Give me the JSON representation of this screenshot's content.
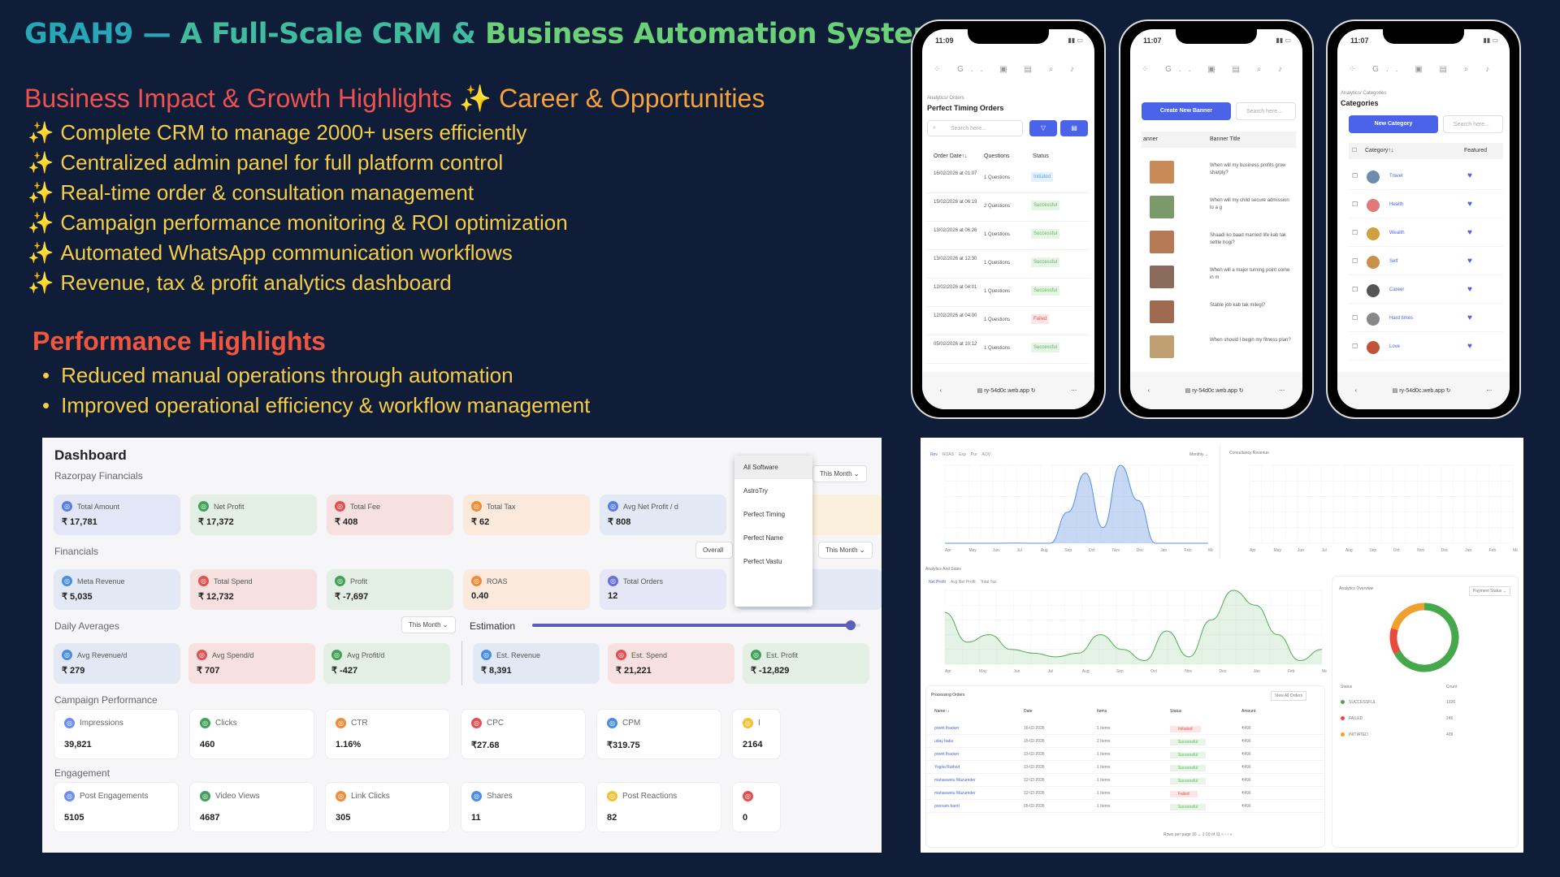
{
  "header": {
    "title_a": "GRAH9",
    "title_dash": " — ",
    "title_b": "A Full-Scale CRM",
    "title_amp": " & ",
    "title_c": "Business Automation System"
  },
  "impact": {
    "heading_a": "Business Impact & Growth Highlights",
    "sparkle": "✨",
    "heading_b": "Career & Opportunities",
    "items": [
      "Complete CRM to manage 2000+ users efficiently",
      "Centralized admin panel for full platform control",
      "Real-time order & consultation management",
      "Campaign performance monitoring & ROI optimization",
      "Automated WhatsApp communication workflows",
      "Revenue, tax & profit analytics dashboard"
    ]
  },
  "performance": {
    "heading": "Performance Highlights",
    "items": [
      "Reduced manual operations through automation",
      "Improved operational efficiency & workflow management"
    ]
  },
  "dashboard": {
    "title": "Dashboard",
    "razorpay_label": "Razorpay Financials",
    "financials_label": "Financials",
    "daily_label": "Daily Averages",
    "campaign_label": "Campaign Performance",
    "engagement_label": "Engagement",
    "estimation_label": "Estimation",
    "estimation_level": 0.97,
    "this_month": "This Month",
    "overall": "Overall",
    "dropdown": [
      "All Software",
      "AstroTry",
      "Perfect Timing",
      "Perfect Name",
      "Perfect Vastu"
    ],
    "razorpay": [
      {
        "label": "Total Amount",
        "value": "₹ 17,781",
        "bg": "#e3e6f6",
        "ic": "#5b7ee5"
      },
      {
        "label": "Net Profit",
        "value": "₹ 17,372",
        "bg": "#e3efe4",
        "ic": "#42a05a"
      },
      {
        "label": "Total Fee",
        "value": "₹ 408",
        "bg": "#f7e0e0",
        "ic": "#e05252"
      },
      {
        "label": "Total Tax",
        "value": "₹ 62",
        "bg": "#fbeadb",
        "ic": "#ef8c3a"
      },
      {
        "label": "Avg Net Profit / d",
        "value": "₹ 808",
        "bg": "#e2e9f5",
        "ic": "#5b7ee5"
      }
    ],
    "financials": [
      {
        "label": "Meta Revenue",
        "value": "₹ 5,035",
        "bg": "#e2e9f5",
        "ic": "#4b8ee0"
      },
      {
        "label": "Total Spend",
        "value": "₹ 12,732",
        "bg": "#f7e0e0",
        "ic": "#e05252"
      },
      {
        "label": "Profit",
        "value": "₹ -7,697",
        "bg": "#e3efe4",
        "ic": "#42a05a"
      },
      {
        "label": "ROAS",
        "value": "0.40",
        "bg": "#fbeadb",
        "ic": "#ef8c3a"
      },
      {
        "label": "Total Orders",
        "value": "12",
        "bg": "#e5e6f6",
        "ic": "#6b6fdb"
      }
    ],
    "daily": [
      {
        "label": "Avg Revenue/d",
        "value": "₹ 279",
        "bg": "#e2e9f5",
        "ic": "#4b8ee0"
      },
      {
        "label": "Avg Spend/d",
        "value": "₹ 707",
        "bg": "#f7e0e0",
        "ic": "#e05252"
      },
      {
        "label": "Avg Profit/d",
        "value": "₹ -427",
        "bg": "#e3efe4",
        "ic": "#42a05a"
      }
    ],
    "estimation": [
      {
        "label": "Est. Revenue",
        "value": "₹ 8,391",
        "bg": "#e2e9f5",
        "ic": "#4b8ee0"
      },
      {
        "label": "Est. Spend",
        "value": "₹ 21,221",
        "bg": "#f7e0e0",
        "ic": "#e05252"
      },
      {
        "label": "Est. Profit",
        "value": "₹ -12,829",
        "bg": "#e3efe4",
        "ic": "#42a05a"
      }
    ],
    "campaign": [
      {
        "label": "Impressions",
        "value": "39,821",
        "ic": "#6b8ff0"
      },
      {
        "label": "Clicks",
        "value": "460",
        "ic": "#42a05a"
      },
      {
        "label": "CTR",
        "value": "1.16%",
        "ic": "#ef8c3a"
      },
      {
        "label": "CPC",
        "value": "₹27.68",
        "ic": "#e05252"
      },
      {
        "label": "CPM",
        "value": "₹319.75",
        "ic": "#4b8ee0"
      },
      {
        "label": "I",
        "value": "2164",
        "ic": "#f1c232"
      }
    ],
    "engagement": [
      {
        "label": "Post Engagements",
        "value": "5105",
        "ic": "#6b8ff0"
      },
      {
        "label": "Video Views",
        "value": "4687",
        "ic": "#42a05a"
      },
      {
        "label": "Link Clicks",
        "value": "305",
        "ic": "#ef8c3a"
      },
      {
        "label": "Shares",
        "value": "11",
        "ic": "#4b8ee0"
      },
      {
        "label": "Post Reactions",
        "value": "82",
        "ic": "#f1c232"
      },
      {
        "label": "",
        "value": "0",
        "ic": "#e05252"
      }
    ]
  },
  "phone1": {
    "time": "11:09",
    "crumb": "Analytics/ Orders",
    "title": "Perfect Timing Orders",
    "search": "Search here...",
    "cols": [
      "Order Date↑↓",
      "Questions",
      "Status"
    ],
    "rows": [
      [
        "16/02/2026 at 01:07",
        "1 Questions",
        "Initiated"
      ],
      [
        "15/02/2026 at 06:19",
        "2 Questions",
        "Successful"
      ],
      [
        "13/02/2026 at 06:26",
        "1 Questions",
        "Successful"
      ],
      [
        "13/02/2026 at 12:30",
        "1 Questions",
        "Successful"
      ],
      [
        "12/02/2026 at 04:01",
        "1 Questions",
        "Successful"
      ],
      [
        "12/02/2026 at 04:00",
        "1 Questions",
        "Failed"
      ],
      [
        "05/02/2026 at 10:12",
        "1 Questions",
        "Successful"
      ]
    ],
    "url": "ry-54d0c.web.app"
  },
  "phone2": {
    "time": "11:07",
    "button": "Create New Banner",
    "search": "Search here...",
    "cols": [
      "anner",
      "Banner Title"
    ],
    "rows": [
      "When will my business profits grow sharply?",
      "When will my child secure admission to a g",
      "Shaadi ko baad married life kab tak settle hogi?",
      "When will a major turning point come in m",
      "Stable job kab tak milegi?",
      "When should I begin my fitness plan?"
    ],
    "url": "ry-54d0c.web.app"
  },
  "phone3": {
    "time": "11:07",
    "crumb": "Analytics/ Categories",
    "title": "Categories",
    "button": "New Category",
    "search": "Search here...",
    "cols": [
      "Category↑↓",
      "Featured"
    ],
    "rows": [
      "Travel",
      "Health",
      "Wealth",
      "Self",
      "Career",
      "Hard times",
      "Love"
    ],
    "url": "ry-54d0c.web.app"
  },
  "analytics": {
    "tabs": [
      "Rev",
      "ROAS",
      "Exp",
      "Pur",
      "AOV"
    ],
    "monthly": "Monthly",
    "consultancy": "Consultancy Revenue",
    "sales_label": "Analytics And Sales",
    "sales_tabs": [
      "Net Profit",
      "Avg Net Profit",
      "Total Tax"
    ],
    "months": [
      "Apr",
      "May",
      "Jun",
      "Jul",
      "Aug",
      "Sep",
      "Oct",
      "Nov",
      "Dec",
      "Jan",
      "Feb",
      "Mar"
    ],
    "overview": "Analytics Overview",
    "payment": "Payment Status",
    "status_col": "Status",
    "count_col": "Count",
    "legend": [
      {
        "name": "SUCCESSFUL",
        "count": "1326",
        "color": "#45a84a"
      },
      {
        "name": "FAILED",
        "count": "245",
        "color": "#e84b3c"
      },
      {
        "name": "INITIATED",
        "count": "409",
        "color": "#f0a030"
      }
    ],
    "processing": "Processing Orders",
    "view_all": "View All Orders",
    "order_cols": [
      "Name↑↓",
      "Date",
      "Items",
      "Status",
      "Amount"
    ],
    "orders": [
      [
        "preeti thacker",
        "16-02-2026",
        "1 Items",
        "Initiated",
        "₹490"
      ],
      [
        "uday babu",
        "15-02-2026",
        "2 Items",
        "Successful",
        "₹490"
      ],
      [
        "preeti thacker",
        "13-02-2026",
        "1 Items",
        "Successful",
        "₹490"
      ],
      [
        "Yogita Rathod",
        "13-02-2026",
        "1 Items",
        "Successful",
        "₹490"
      ],
      [
        "mahaswetu Mazumder",
        "12-02-2026",
        "1 Items",
        "Successful",
        "₹490"
      ],
      [
        "mahaswetu Mazumder",
        "12-02-2026",
        "1 Items",
        "Failed",
        "₹490"
      ],
      [
        "poonam barot",
        "05-02-2026",
        "1 Items",
        "Successful",
        "₹490"
      ]
    ],
    "rows_label": "Rows per page",
    "rows_val": "10",
    "range": "1-10 of 11"
  }
}
